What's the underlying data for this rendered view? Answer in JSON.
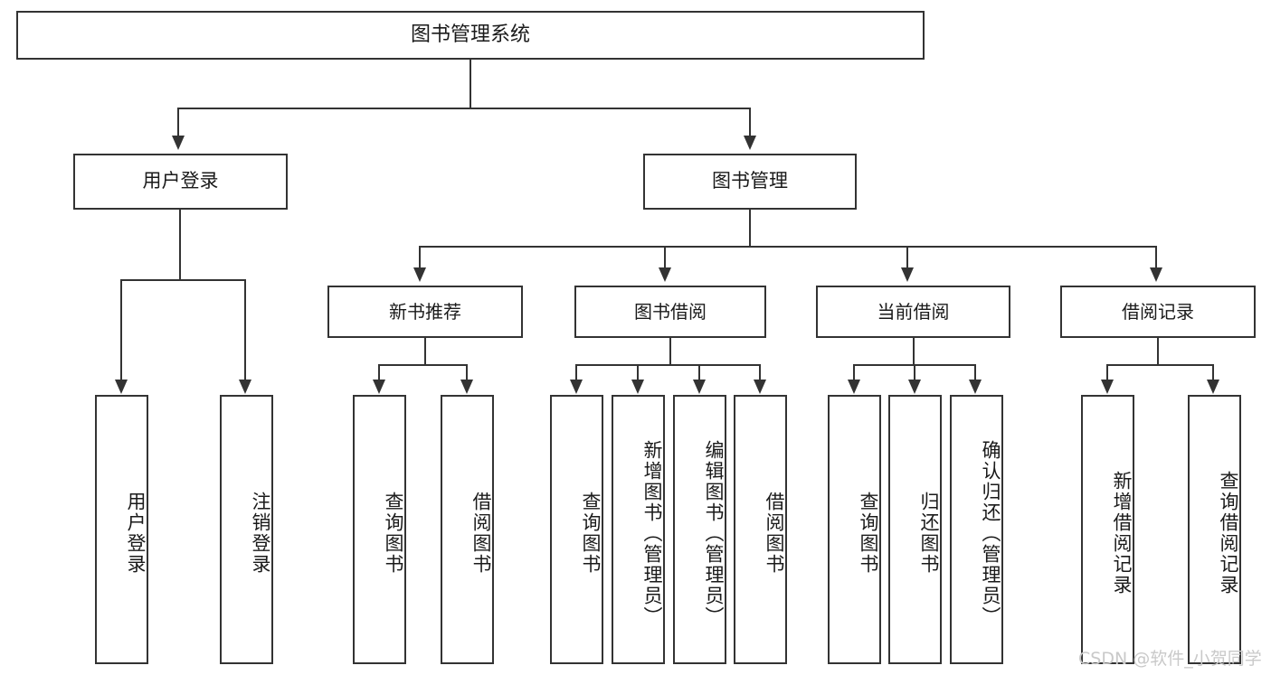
{
  "diagram": {
    "title": "图书管理系统",
    "type": "hierarchy-tree",
    "orientation": "top-down",
    "levels": 4,
    "colors": {
      "box_border": "#333333",
      "box_fill": "#ffffff",
      "connector": "#333333",
      "text": "#1a1a1a",
      "watermark": "#c9c9c9",
      "background": "#ffffff"
    },
    "root": {
      "label": "图书管理系统"
    },
    "level2": [
      {
        "label": "用户登录"
      },
      {
        "label": "图书管理"
      }
    ],
    "level3": [
      {
        "label": "新书推荐"
      },
      {
        "label": "图书借阅"
      },
      {
        "label": "当前借阅"
      },
      {
        "label": "借阅记录"
      }
    ],
    "leaves": {
      "user_login": [
        {
          "label": "用户登录"
        },
        {
          "label": "注销登录"
        }
      ],
      "new_book_recommend": [
        {
          "label": "查询图书"
        },
        {
          "label": "借阅图书"
        }
      ],
      "book_borrow": [
        {
          "label": "查询图书"
        },
        {
          "label": "新增图书（管理员）"
        },
        {
          "label": "编辑图书（管理员）"
        },
        {
          "label": "借阅图书"
        }
      ],
      "current_borrow": [
        {
          "label": "查询图书"
        },
        {
          "label": "归还图书"
        },
        {
          "label": "确认归还（管理员）"
        }
      ],
      "borrow_records": [
        {
          "label": "新增借阅记录"
        },
        {
          "label": "查询借阅记录"
        }
      ]
    }
  },
  "watermark": {
    "text": "CSDN @软件_小贺同学"
  }
}
